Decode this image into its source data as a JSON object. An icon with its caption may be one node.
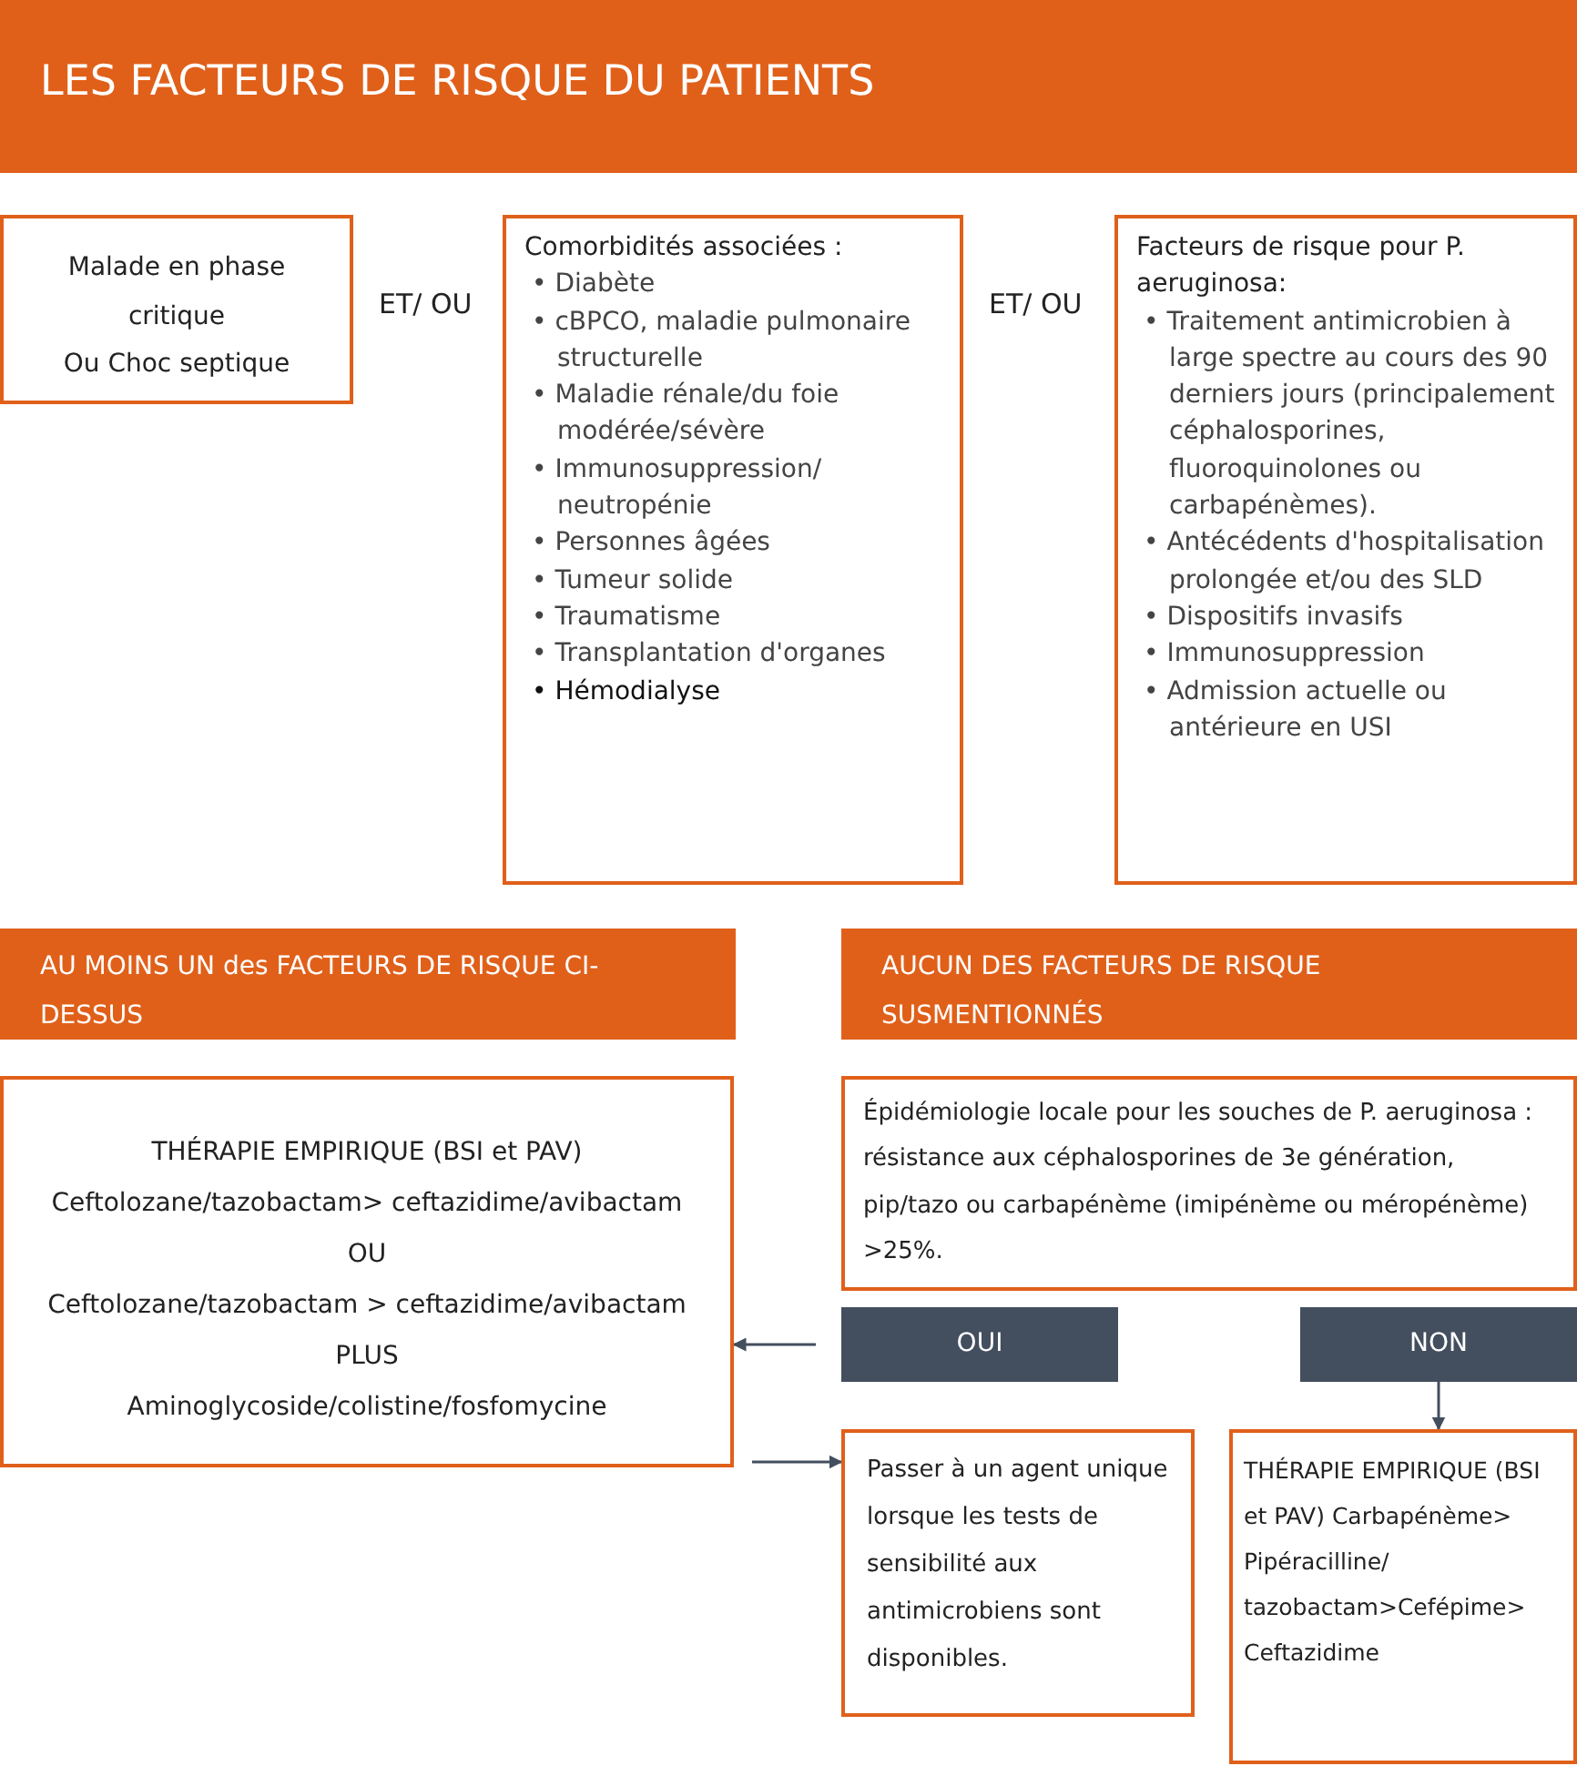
{
  "diagram": {
    "title": "LES FACTEURS DE RISQUE DU PATIENTS",
    "nodes": [
      {
        "text": [
          "Malade en phase critique",
          "Ou Choc septique"
        ]
      },
      {
        "text": [
          "Comorbidités associées :",
          "• Diabète",
          "• cBPCO, maladie pulmonaire structurelle",
          "• Maladie rénale/du foie modérée/sévère",
          "• Immunosuppression/ neutropénie",
          "• Personnes âgées",
          "• Tumeur solide",
          "• Traumatisme",
          "• Transplantation d'organes",
          "• Hémodialyse"
        ]
      },
      {
        "text": [
          "Facteurs de risque pour P. aeruginosa:",
          "• Traitement antimicrobien à large spectre au cours des 90 derniers jours (principalement céphalosporines, fluoroquinolones ou carbapénèmes).",
          "• Antécédents d'hospitalisation prolongée et/ou des SLD",
          "• Dispositifs invasifs",
          "• Immunosuppression",
          "• Admission actuelle ou antérieure en USI"
        ]
      },
      {
        "text": [
          "AU MOINS UN des FACTEURS DE RISQUE CI-DESSUS"
        ]
      },
      {
        "text": [
          "AUCUN DES FACTEURS DE RISQUE SUSMENTIONNÉS"
        ]
      },
      {
        "text": [
          "THÉRAPIE EMPIRIQUE (BSI et PAV)",
          "Ceftolozane/tazobactam> ceftazidime/avibactam",
          "OU",
          "Ceftolozane/tazobactam > ceftazidime/avibactam",
          "PLUS",
          "Aminoglycoside/colistine/fosfomycine"
        ]
      },
      {
        "text": [
          "Épidémiologie locale pour les souches de P. aeruginosa : résistance aux céphalosporines de 3e génération, pip/tazo ou carbapénème (imipénème ou méropénème) >25%."
        ]
      },
      {
        "text": [
          "OUI"
        ]
      },
      {
        "text": [
          "NON"
        ]
      },
      {
        "text": [
          "Passer à un agent unique lorsque les tests de sensibilité aux antimicrobiens sont disponibles."
        ]
      },
      {
        "text": [
          "THÉRAPIE EMPIRIQUE (BSI et PAV) Carbapénème> Pipéracilline/ tazobactam>Cefépime> Ceftazidime"
        ]
      }
    ],
    "edges": [
      {
        "from": 7,
        "to": 5,
        "arrow": "to"
      },
      {
        "from": 8,
        "to": 10,
        "arrow": "to"
      },
      {
        "from": 5,
        "to": 9,
        "arrow": "to"
      }
    ],
    "labels": [
      "ET/ OU",
      "ET/ OU"
    ]
  }
}
